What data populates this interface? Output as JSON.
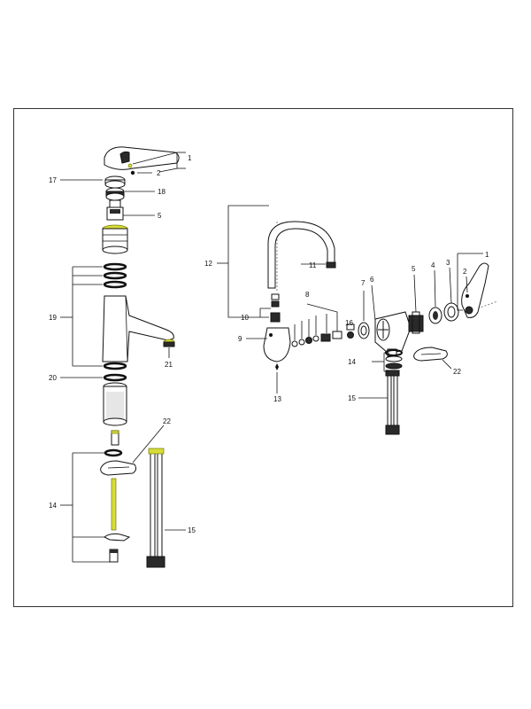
{
  "colors": {
    "frame": "#333333",
    "line": "#111111",
    "accent": "#d8dc3a"
  },
  "left_assembly": {
    "callouts": [
      "1",
      "2",
      "17",
      "18",
      "5",
      "19",
      "21",
      "20",
      "22",
      "14",
      "15"
    ]
  },
  "right_assembly": {
    "callouts": [
      "12",
      "11",
      "10",
      "9",
      "13",
      "8",
      "16",
      "7",
      "6",
      "5",
      "4",
      "3",
      "2",
      "1",
      "14",
      "15",
      "22"
    ]
  }
}
